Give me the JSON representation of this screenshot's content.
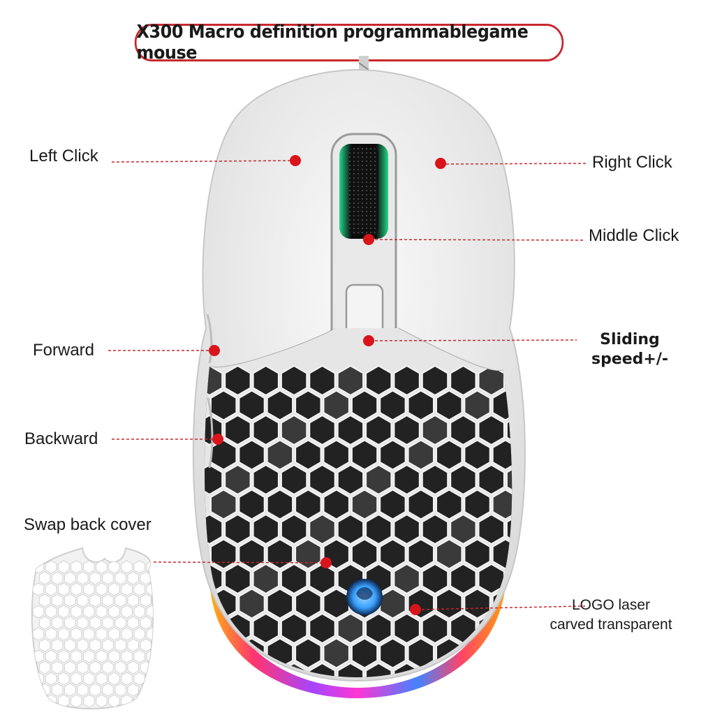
{
  "title": "X300  Macro definition programmablegame mouse",
  "labels": {
    "left_click": "Left Click",
    "right_click": "Right Click",
    "middle_click": "Middle Click",
    "forward": "Forward",
    "sliding_line1": "Sliding",
    "sliding_line2": "speed+/-",
    "backward": "Backward",
    "swap_cover": "Swap back cover",
    "logo_line1": "LOGO laser",
    "logo_line2": "carved transparent"
  },
  "colors": {
    "accent": "#c8282c",
    "marker": "#d9151b",
    "wheel_glow": "#33e39a",
    "logo_glow": "#3aa0ff",
    "body": "#f1f1f1"
  },
  "icons": {
    "product": "gaming-mouse-image",
    "cover": "honeycomb-back-cover-image"
  }
}
